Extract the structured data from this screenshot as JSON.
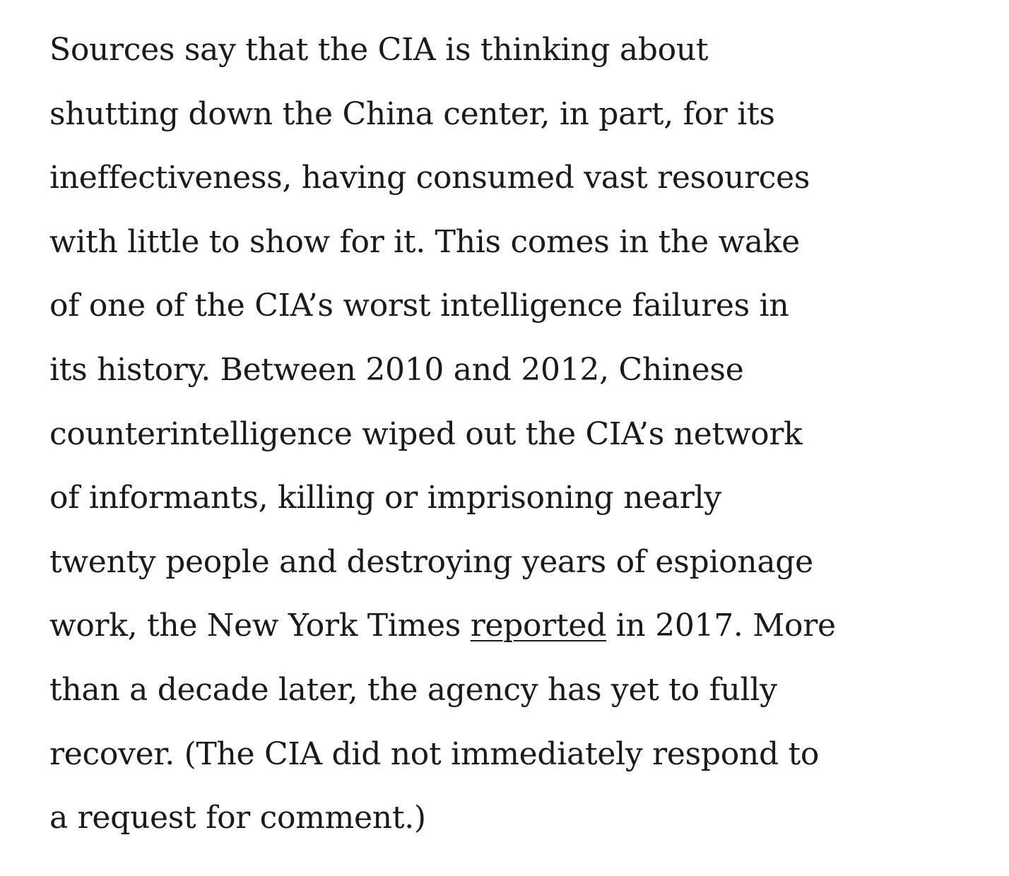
{
  "paragraph": {
    "lines": [
      "Sources say that the CIA is thinking about",
      "shutting down the China center, in part, for its",
      "ineffectiveness, having consumed vast resources",
      "with little to show for it. This comes in the wake",
      "of one of the CIA’s worst intelligence failures in",
      "its history. Between 2010 and 2012, Chinese",
      "counterintelligence wiped out the CIA’s network",
      "of informants, killing or imprisoning nearly",
      "twenty people and destroying years of espionage",
      "",
      "than a decade later, the agency has yet to fully",
      "recover. (The CIA did not immediately respond to",
      "a request for comment.)"
    ],
    "link_line": {
      "before": "work, the New York Times ",
      "link_text": "reported",
      "after": " in 2017. More"
    }
  }
}
